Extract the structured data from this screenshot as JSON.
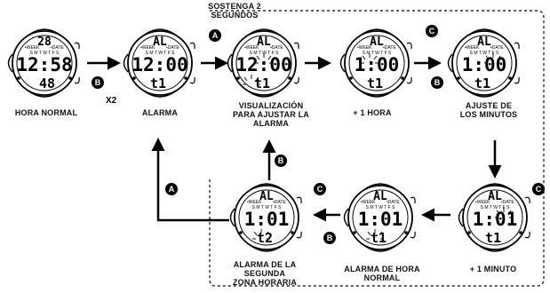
{
  "header_note": [
    "SOSTENGA 2",
    "SEGUNDOS"
  ],
  "repeat_label": "X2",
  "buttons": {
    "a": "A",
    "b": "B",
    "c": "C"
  },
  "indicators": {
    "week": "•WEEK",
    "date": "•DATE",
    "weekdays": "S M T W T F S"
  },
  "watches": [
    {
      "id": "hora-normal",
      "caption": [
        "HORA NORMAL"
      ],
      "top": "28",
      "main": "12:58",
      "bottom": "48"
    },
    {
      "id": "alarma",
      "caption": [
        "ALARMA"
      ],
      "top": "AL",
      "main": "12:00",
      "bottom": "t1"
    },
    {
      "id": "visualizacion",
      "caption": [
        "VISUALIZACIÓN",
        "PARA AJUSTAR LA",
        "ALARMA"
      ],
      "top": "AL",
      "main": "12:00",
      "bottom": "t1"
    },
    {
      "id": "mas-1-hora",
      "caption": [
        "+ 1 HORA"
      ],
      "top": "AL",
      "main": "1:00",
      "bottom": "t1"
    },
    {
      "id": "ajuste-minutos",
      "caption": [
        "AJUSTE DE",
        "LOS MINUTOS"
      ],
      "top": "AL",
      "main": "1:00",
      "bottom": "t1"
    },
    {
      "id": "mas-1-minuto",
      "caption": [
        "+ 1 MINUTO"
      ],
      "top": "AL",
      "main": "1:01",
      "bottom": "t1"
    },
    {
      "id": "alarma-hora-normal",
      "caption": [
        "ALARMA DE HORA",
        "NORMAL"
      ],
      "top": "AL",
      "main": "1:01",
      "bottom": "t1"
    },
    {
      "id": "alarma-segunda-zona",
      "caption": [
        "ALARMA DE LA",
        "SEGUNDA",
        "ZONA HORARIA"
      ],
      "top": "AL",
      "main": "1:01",
      "bottom": "t2"
    }
  ]
}
